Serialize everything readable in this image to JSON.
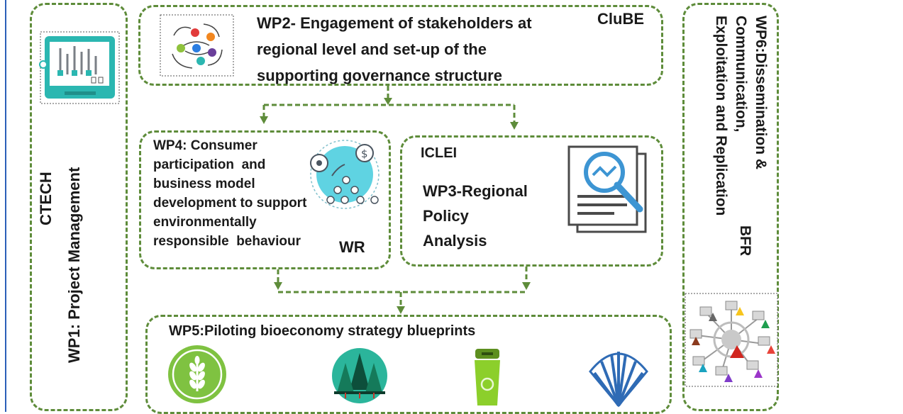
{
  "wp1": {
    "partner": "CTECH",
    "title": "WP1: Project Management"
  },
  "wp2": {
    "title_lines": [
      "WP2- Engagement of stakeholders at",
      "regional level and set-up of the",
      "supporting governance structure"
    ],
    "partner": "CluBE"
  },
  "wp4": {
    "title_lines": [
      "WP4: Consumer",
      "participation  and",
      "business model",
      "development to support",
      "environmentally",
      "responsible  behaviour"
    ],
    "partner": "WR"
  },
  "wp3": {
    "partner": "ICLEI",
    "title_lines": [
      "WP3-Regional",
      "Policy",
      "Analysis"
    ]
  },
  "wp5": {
    "title": "WP5:Piloting bioeconomy strategy blueprints"
  },
  "wp6": {
    "title_lines": [
      "WP6:Dissemination &",
      "Communication,",
      "Exploitation and Replication"
    ],
    "partner": "BFR"
  },
  "icons": [
    "project-management-icon",
    "stakeholder-network-icon",
    "innovation-finance-icon",
    "policy-analysis-icon",
    "agriculture-icon",
    "forest-icon",
    "waste-bin-icon",
    "seashell-icon",
    "dissemination-network-icon"
  ],
  "colors": {
    "border": "#5e8c3a",
    "text": "#1a1a1a",
    "accent": "#2b5fb8"
  }
}
